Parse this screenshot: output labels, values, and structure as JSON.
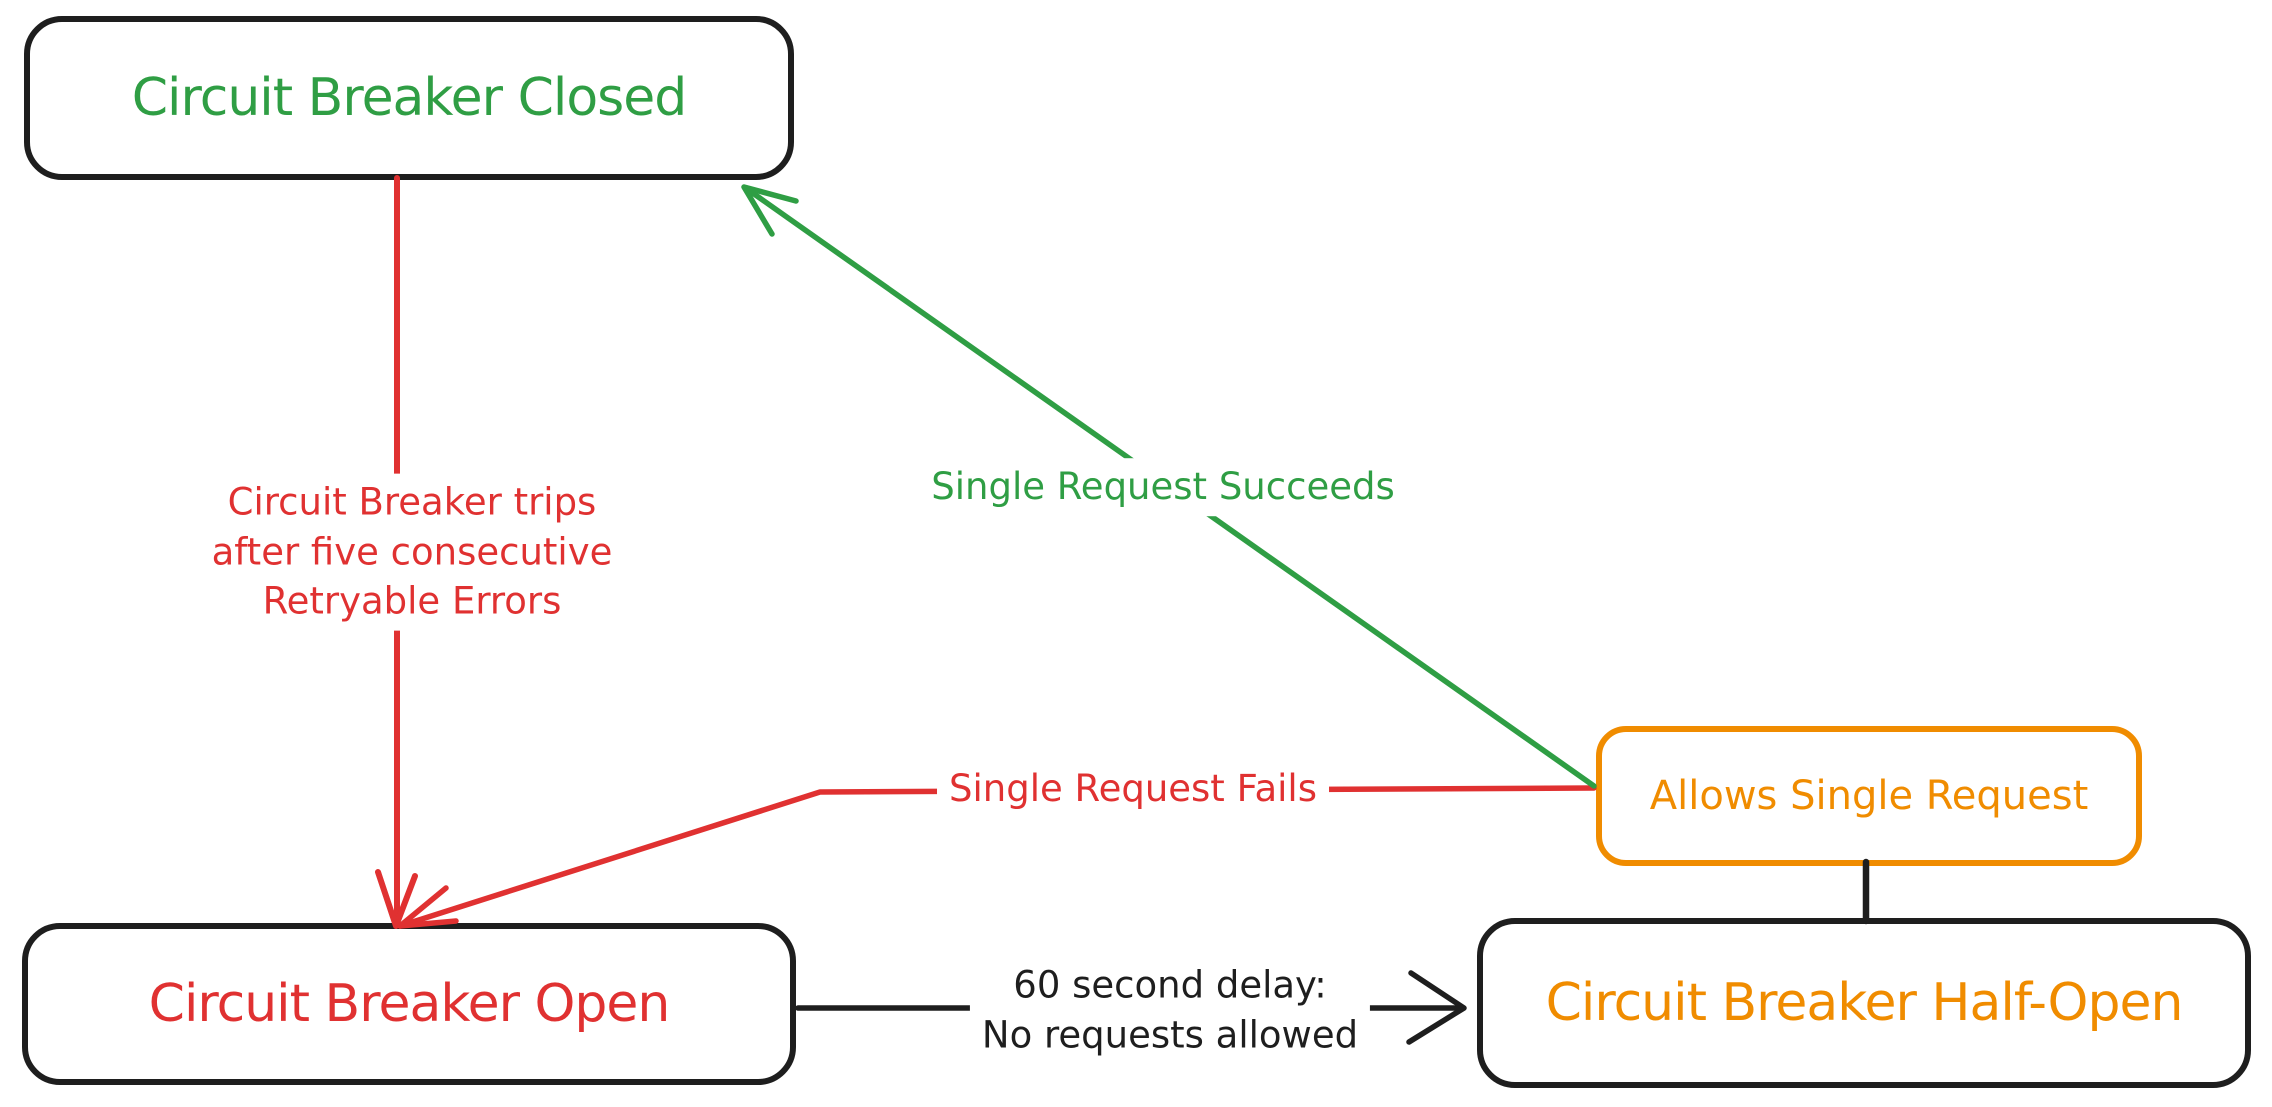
{
  "diagram": {
    "background": "#ffffff",
    "colors": {
      "green": "#2f9e44",
      "red": "#e03131",
      "orange": "#f08c00",
      "black": "#1e1e1e"
    },
    "nodes": {
      "closed": {
        "label": "Circuit Breaker Closed",
        "text_color": "#2f9e44",
        "border_color": "#1e1e1e"
      },
      "open": {
        "label": "Circuit Breaker Open",
        "text_color": "#e03131",
        "border_color": "#1e1e1e"
      },
      "half_open": {
        "label": "Circuit Breaker Half-Open",
        "text_color": "#f08c00",
        "border_color": "#1e1e1e"
      },
      "allows": {
        "label": "Allows Single Request",
        "text_color": "#f08c00",
        "border_color": "#f08c00"
      }
    },
    "edges": {
      "trip": {
        "from": "closed",
        "to": "open",
        "color": "#e03131",
        "lines": [
          "Circuit Breaker trips",
          "after five consecutive",
          "Retryable Errors"
        ]
      },
      "succeeds": {
        "from": "allows",
        "to": "closed",
        "color": "#2f9e44",
        "lines": [
          "Single Request Succeeds"
        ]
      },
      "fails": {
        "from": "allows",
        "to": "open",
        "color": "#e03131",
        "lines": [
          "Single Request Fails"
        ]
      },
      "delay": {
        "from": "open",
        "to": "half_open",
        "color": "#1e1e1e",
        "lines": [
          "60 second delay:",
          "No requests allowed"
        ]
      },
      "probe_connector": {
        "from": "half_open",
        "to": "allows",
        "color": "#1e1e1e",
        "lines": []
      }
    }
  }
}
